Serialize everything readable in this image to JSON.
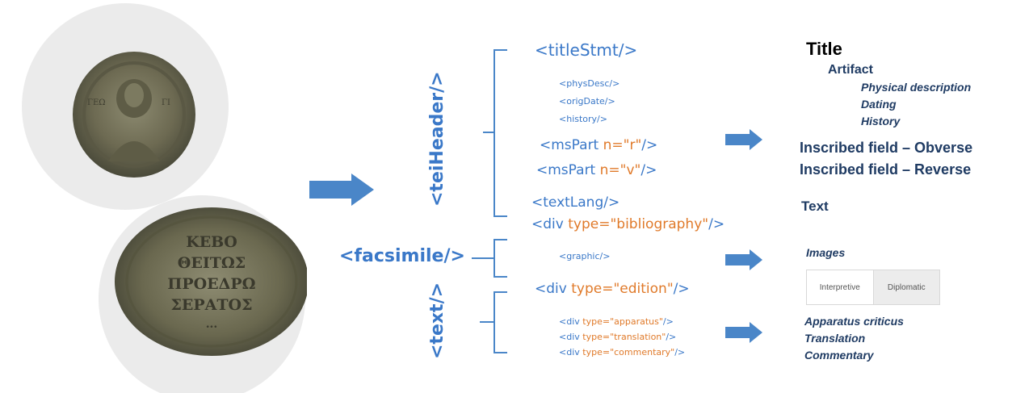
{
  "coins": [
    {
      "side": "obverse",
      "description": "lead seal with bust of a saint"
    },
    {
      "side": "reverse",
      "inscription_lines": [
        "ΚΕΒΟ",
        "ΘΕΙΤΩΣ",
        "ΠΡΟΕΔΡΩ",
        "ΣΕΡΑΤΟΣ",
        "..."
      ]
    }
  ],
  "tei": {
    "header_label": "<teiHeader/>",
    "facsimile_label": "<facsimile/>",
    "text_label": "<text/>",
    "titleStmt": "<titleStmt/>",
    "physDesc": "<physDesc/>",
    "origDate": "<origDate/>",
    "history": "<history/>",
    "msPart1": {
      "open": "<msPart ",
      "attr": "n=",
      "val": "\"r\"",
      "close": "/>"
    },
    "msPart2": {
      "open": "<msPart ",
      "attr": "n=",
      "val": "\"v\"",
      "close": "/>"
    },
    "textLang": "<textLang/>",
    "div_biblio": {
      "open": "<div ",
      "attr": "type=",
      "val": "\"bibliography\"",
      "close": "/>"
    },
    "graphic": "<graphic/>",
    "div_edition": {
      "open": "<div ",
      "attr": "type=",
      "val": "\"edition\"",
      "close": "/>"
    },
    "div_apparatus": {
      "open": "<div ",
      "attr": "type=",
      "val": "\"apparatus\"",
      "close": "/>"
    },
    "div_translation": {
      "open": "<div ",
      "attr": "type=",
      "val": "\"translation\"",
      "close": "/>"
    },
    "div_commentary": {
      "open": "<div ",
      "attr": "type=",
      "val": "\"commentary\"",
      "close": "/>"
    }
  },
  "output": {
    "title": "Title",
    "artifact": "Artifact",
    "physical_description": "Physical description",
    "dating": "Dating",
    "history": "History",
    "obverse": "Inscribed field – Obverse",
    "reverse": "Inscribed field – Reverse",
    "text": "Text",
    "images": "Images",
    "tab_interpretive": "Interpretive",
    "tab_diplomatic": "Diplomatic",
    "apparatus": "Apparatus criticus",
    "translation": "Translation",
    "commentary": "Commentary"
  },
  "colors": {
    "tag": "#3a78c8",
    "attr": "#e07a2a",
    "arrow": "#4a86c8",
    "output": "#1f3b63"
  }
}
